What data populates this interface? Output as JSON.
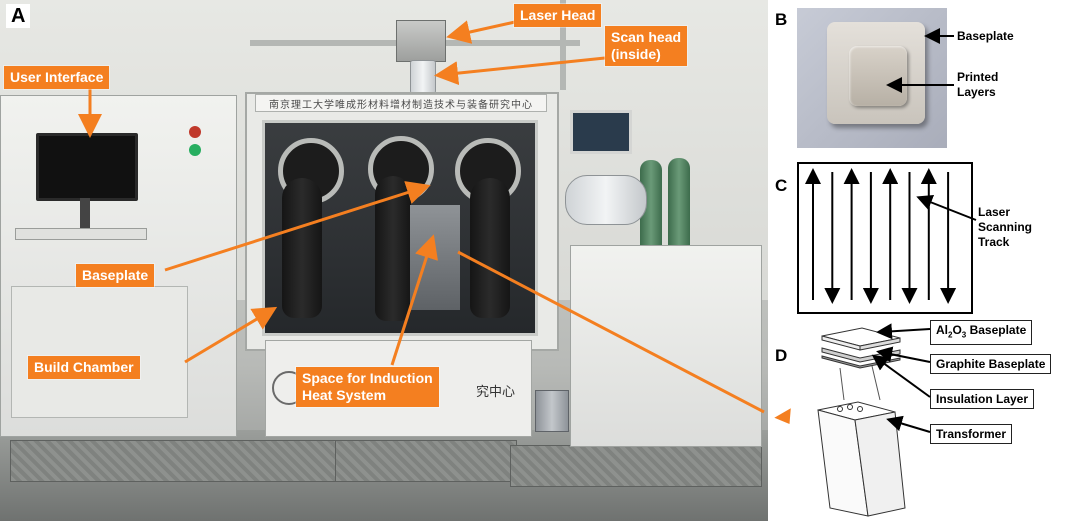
{
  "panel_a": {
    "letter": "A",
    "labels": {
      "laser_head": "Laser Head",
      "scan_head_line1": "Scan head",
      "scan_head_line2": "(inside)",
      "user_interface": "User Interface",
      "baseplate": "Baseplate",
      "build_chamber": "Build Chamber",
      "induction_line1": "Space for Induction",
      "induction_line2": "Heat System"
    },
    "banner_text": "南京理工大学唯成形材料增材制造技术与装备研究中心",
    "base_banner_text": "究中心",
    "label_color": "#f47f20"
  },
  "panel_b": {
    "letter": "B",
    "baseplate": "Baseplate",
    "printed_line1": "Printed",
    "printed_line2": "Layers"
  },
  "panel_c": {
    "letter": "C",
    "line1": "Laser",
    "line2": "Scanning",
    "line3": "Track"
  },
  "panel_d": {
    "letter": "D",
    "al2o3_prefix": "Al",
    "al2o3_sub1": "2",
    "al2o3_mid": "O",
    "al2o3_sub2": "3",
    "al2o3_suffix": " Baseplate",
    "graphite": "Graphite Baseplate",
    "insulation": "Insulation Layer",
    "transformer": "Transformer"
  }
}
